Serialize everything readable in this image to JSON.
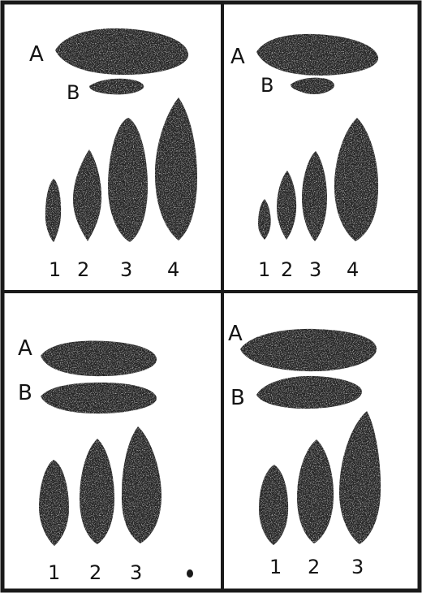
{
  "colors": {
    "ink": "#262626",
    "paper": "#ffffff",
    "frame": "#1a1a1a"
  },
  "panels": [
    {
      "id": "top-left",
      "label_a": "A",
      "label_b": "B",
      "numbers": [
        "1",
        "2",
        "3",
        "4"
      ]
    },
    {
      "id": "top-right",
      "label_a": "A",
      "label_b": "B",
      "numbers": [
        "1",
        "2",
        "3",
        "4"
      ]
    },
    {
      "id": "bottom-left",
      "label_a": "A",
      "label_b": "B",
      "numbers": [
        "1",
        "2",
        "3"
      ]
    },
    {
      "id": "bottom-right",
      "label_a": "A",
      "label_b": "B",
      "numbers": [
        "1",
        "2",
        "3"
      ]
    }
  ]
}
